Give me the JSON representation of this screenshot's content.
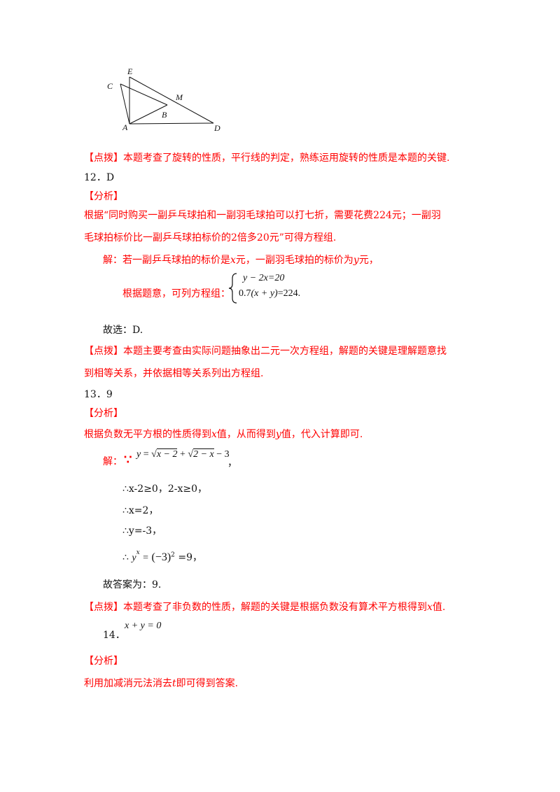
{
  "figure": {
    "labels": {
      "E": "E",
      "C": "C",
      "M": "M",
      "B": "B",
      "A": "A",
      "D": "D"
    }
  },
  "p11": {
    "dianbo": "【点拨】本题考查了旋转的性质，平行线的判定，熟练运用旋转的性质是本题的关键."
  },
  "p12": {
    "answer": "12．D",
    "fenxi": "【分析】",
    "desc1": "根据“同时购买一副乒乓球拍和一副羽毛球拍可以打七折，需要花费224元；一副羽",
    "desc2": "毛球拍标价比一副乒乓球拍标价的2倍多20元”可得方程组.",
    "sol_pre": "解：若一副乒乓球拍的标价是",
    "x": "x",
    "sol_mid": "元，一副羽毛球拍的标价为",
    "y": "y",
    "sol_post": "元，",
    "eq_intro": "根据题意，可列方程组：",
    "eq1": "y − 2x=20",
    "eq2a": "0.7",
    "eq2b": "(x + y)",
    "eq2c": "=224",
    "period": ".",
    "choose": "故选：D.",
    "dianbo1": "【点拨】本题主要考查由实际问题抽象出二元一次方程组，解题的关键是理解题意找",
    "dianbo2": "到相等关系，并依据相等关系列出方程组."
  },
  "p13": {
    "answer": "13．9",
    "fenxi": "【分析】",
    "desc_pre": "根据负数无平方根的性质得到",
    "x": "x",
    "desc_mid": "值，从而得到",
    "y": "y",
    "desc_post": "值，代入计算即可.",
    "sol_label": "解：",
    "because": "∵",
    "eq_y": "y",
    "eq_eq": "=",
    "rad1": "x − 2",
    "plus": "+",
    "rad2": "2 − x",
    "minus3": "− 3",
    "comma": "，",
    "step1": "∴x-2≥0，2-x≥0，",
    "step2": "∴x=2，",
    "step3": "∴y=-3，",
    "therefore": "∴",
    "yx_base": "y",
    "yx_exp": "x",
    "eq2": "=",
    "neg3": "(−3)",
    "sq": "2",
    "result": "=9，",
    "final": "故答案为：9.",
    "dianbo": "【点拨】本题考查了非负数的性质，解题的关键是根据负数没有算术平方根得到",
    "dianbo_x": "x",
    "dianbo_end": "值."
  },
  "p14": {
    "number": "14．",
    "answer": "x + y = 0",
    "fenxi": "【分析】",
    "desc_pre": "利用加减消元法消去",
    "t": "t",
    "desc_post": "即可得到答案."
  }
}
